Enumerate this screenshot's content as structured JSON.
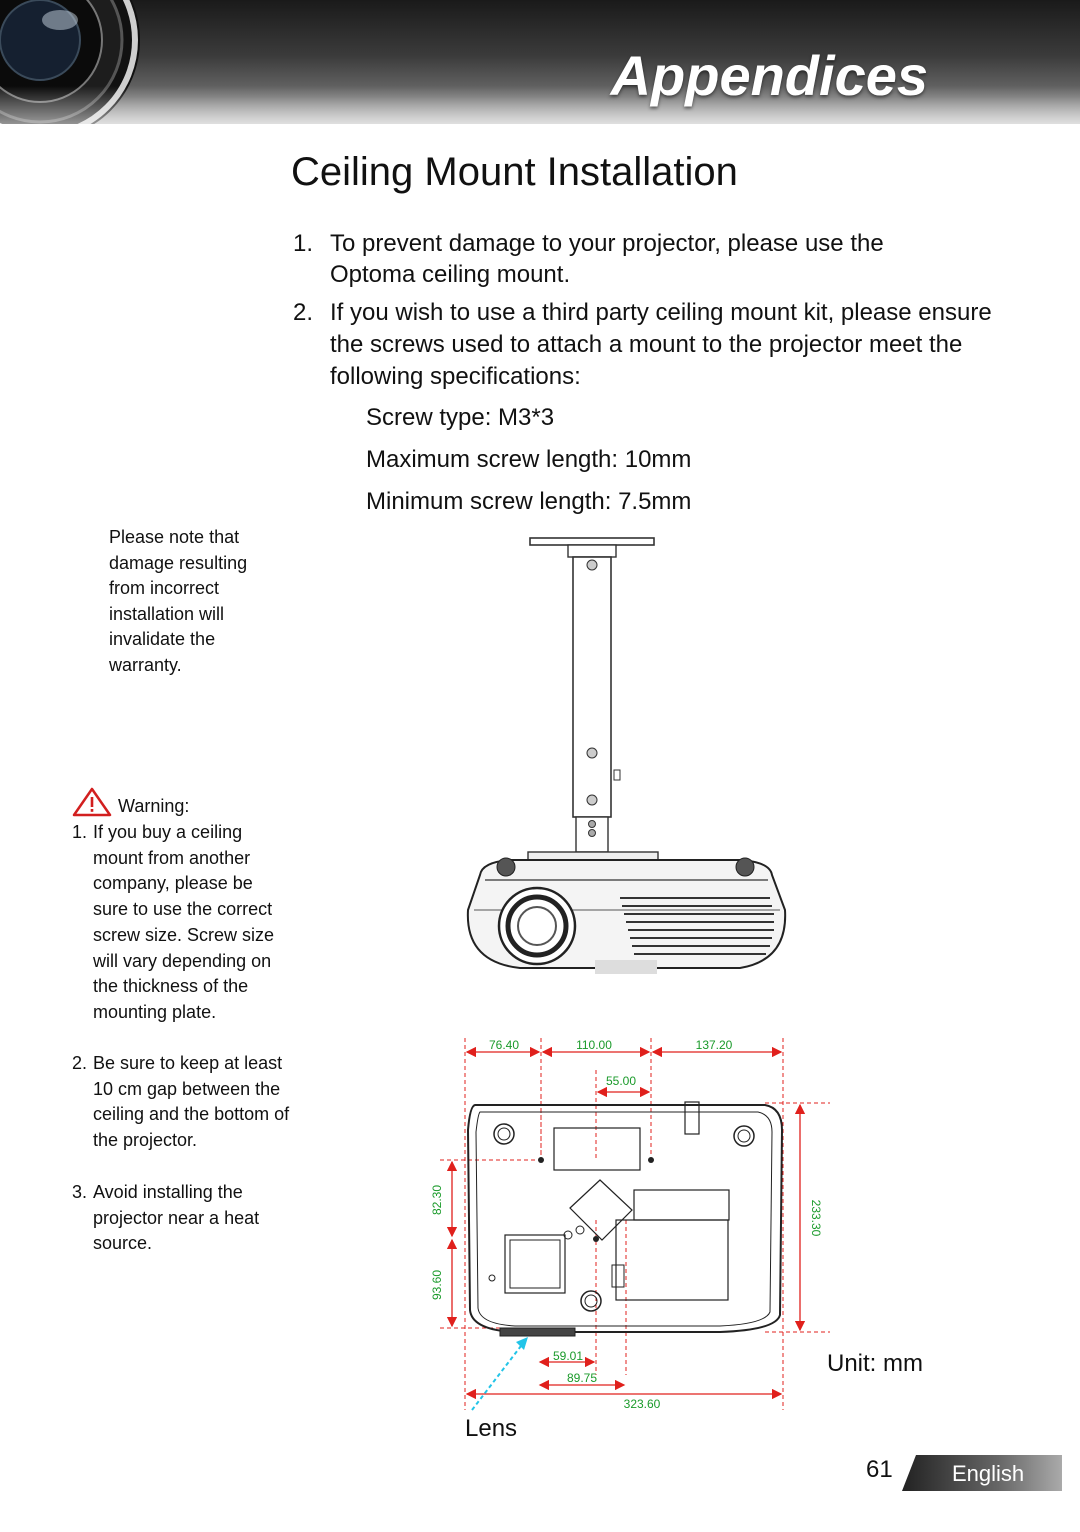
{
  "header": {
    "section_title": "Appendices"
  },
  "page_title": "Ceiling Mount Installation",
  "steps": [
    {
      "num": "1.",
      "text": "To prevent damage to your projector, please use the Optoma ceiling mount."
    },
    {
      "num": "2.",
      "text": "If you wish to use a third party ceiling mount kit, please ensure the screws used to attach a mount to the projector meet the following specifications:"
    }
  ],
  "specs": {
    "screw_type": "Screw type: M3*3",
    "max_length": "Maximum screw length: 10mm",
    "min_length": "Minimum screw length: 7.5mm"
  },
  "side_note": "Please note that damage resulting from incorrect installation will invalidate the warranty.",
  "warning": {
    "label": "Warning:",
    "items": [
      {
        "num": "1.",
        "text": "If you buy a ceiling mount from another company, please be sure to use the correct screw size. Screw size will vary depending on the thickness of the mounting plate."
      },
      {
        "num": "2.",
        "text": "Be sure to keep at least 10 cm gap between the ceiling and the bottom of the projector."
      },
      {
        "num": "3.",
        "text": "Avoid installing the projector near a heat source."
      }
    ]
  },
  "dimensions": {
    "top_a": "76.40",
    "top_b": "110.00",
    "top_c": "137.20",
    "screw_span": "55.00",
    "left_upper": "82.30",
    "left_lower": "93.60",
    "depth": "233.30",
    "bottom_a": "59.01",
    "bottom_b": "89.75",
    "total_width": "323.60"
  },
  "unit_label": "Unit: mm",
  "lens_label": "Lens",
  "footer": {
    "page_number": "61",
    "language": "English"
  },
  "colors": {
    "dimension_line": "#e0201c",
    "dimension_text": "#1a9a2a",
    "lens_arrow": "#22c4e8"
  }
}
